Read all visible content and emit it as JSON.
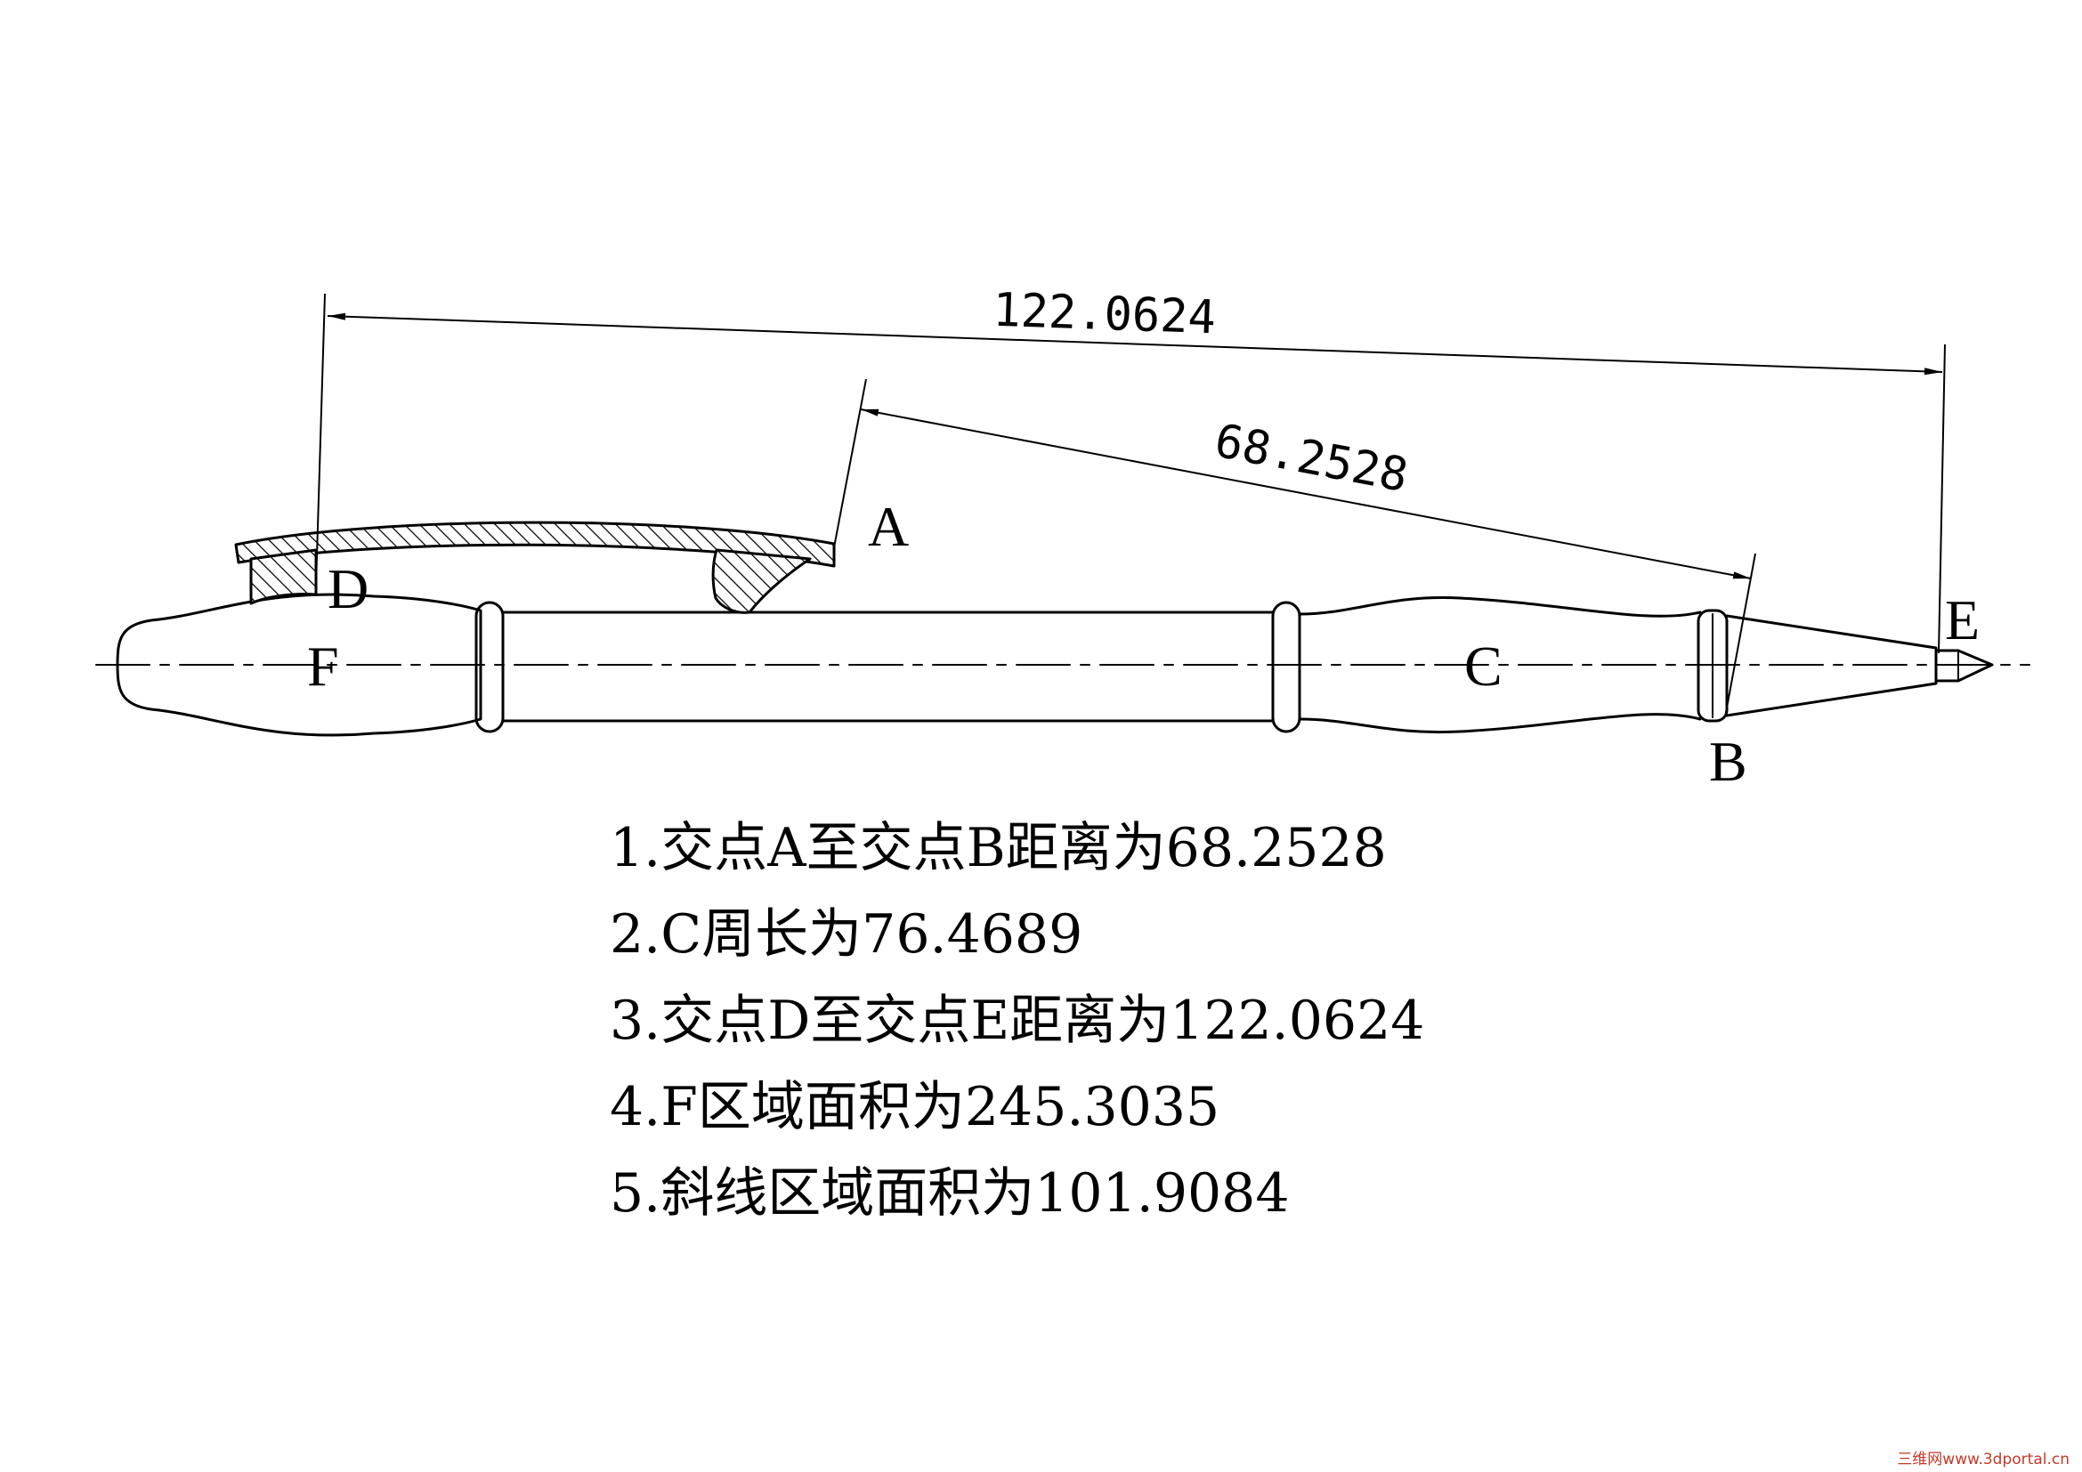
{
  "labels": {
    "A": "A",
    "B": "B",
    "C": "C",
    "D": "D",
    "E": "E",
    "F": "F"
  },
  "dimensions": {
    "de": "122.0624",
    "ab": "68.2528"
  },
  "notes": [
    "1.交点A至交点B距离为68.2528",
    "2.C周长为76.4689",
    "3.交点D至交点E距离为122.0624",
    "4.F区域面积为245.3035",
    "5.斜线区域面积为101.9084"
  ],
  "watermark": "三维网www.3dportal.cn"
}
